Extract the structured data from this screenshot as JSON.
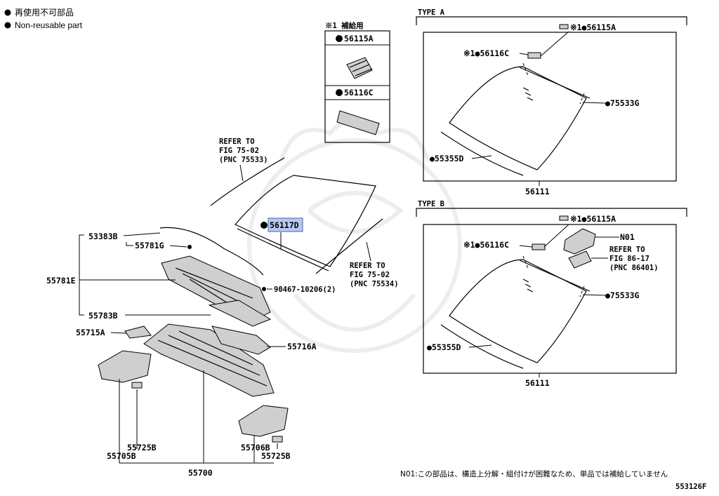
{
  "legend": {
    "jp": "再使用不可部品",
    "en": "Non-reusable part"
  },
  "supply_box": {
    "title": "※1 補給用",
    "part_a": "56115A",
    "part_c": "56116C"
  },
  "type_a": {
    "title": "TYPE A",
    "p56115A": "※1●56115A",
    "p56116C": "※1●56116C",
    "p75533G": "●75533G",
    "p55355D": "●55355D",
    "bottom": "56111"
  },
  "type_b": {
    "title": "TYPE B",
    "p56115A": "※1●56115A",
    "p56116C": "※1●56116C",
    "pN01": "N01",
    "refer": [
      "REFER TO",
      "FIG 86-17",
      "(PNC 86401)"
    ],
    "p75533G": "●75533G",
    "p55355D": "●55355D",
    "bottom": "56111"
  },
  "main": {
    "refer_top": [
      "REFER TO",
      "FIG 75-02",
      "(PNC 75533)"
    ],
    "refer_right": [
      "REFER TO",
      "FIG 75-02",
      "(PNC 75534)"
    ],
    "p56117D": "56117D",
    "p53383B": "53383B",
    "p55781G": "55781G",
    "p55781E": "55781E",
    "p90467": "90467-10206(2)",
    "p55783B": "55783B",
    "p55715A": "55715A",
    "p55716A": "55716A",
    "p55725B_l": "55725B",
    "p55705B": "55705B",
    "p55706B": "55706B",
    "p55725B_r": "55725B",
    "p55700": "55700"
  },
  "footnote": "N01:この部品は、構造上分解・組付けが困難なため、単品では補給していません",
  "figure_id": "553126F",
  "highlight_color": "#b9c8f0"
}
